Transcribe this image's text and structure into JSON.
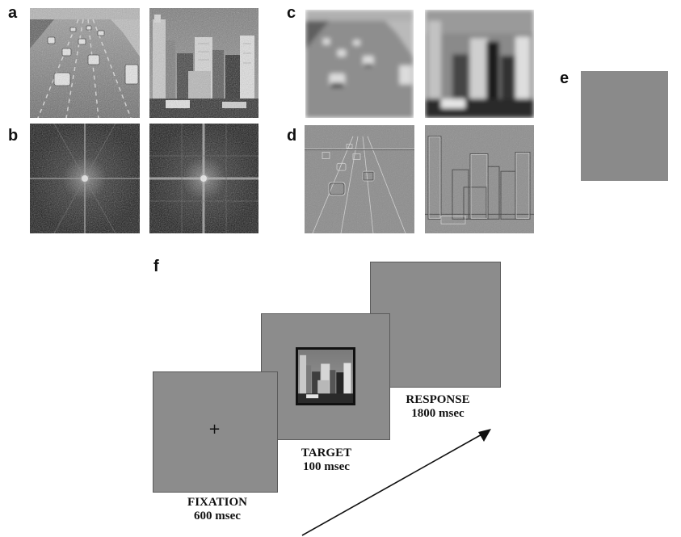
{
  "panels": {
    "a": "a",
    "b": "b",
    "c": "c",
    "d": "d",
    "e": "e",
    "f": "f"
  },
  "images": {
    "highway_original": "highway-photo",
    "city_original": "city-skyline-photo",
    "highway_spectrum": "highway-amplitude-spectrum",
    "city_spectrum": "city-amplitude-spectrum",
    "highway_lowpass": "highway-low-spatial-frequency",
    "city_lowpass": "city-low-spatial-frequency",
    "highway_highpass": "highway-high-spatial-frequency",
    "city_highpass": "city-high-spatial-frequency",
    "gray_mask": "uniform-gray-mask"
  },
  "sequence": {
    "fixation": {
      "label": "FIXATION",
      "duration": "600 msec",
      "symbol": "+"
    },
    "target": {
      "label": "TARGET",
      "duration": "100 msec"
    },
    "response": {
      "label": "RESPONSE",
      "duration": "1800 msec"
    }
  },
  "colors": {
    "screen_gray": "#8c8c8c",
    "mask_gray": "#8a8a8a",
    "spectrum_bg": "#1a1a1a"
  }
}
